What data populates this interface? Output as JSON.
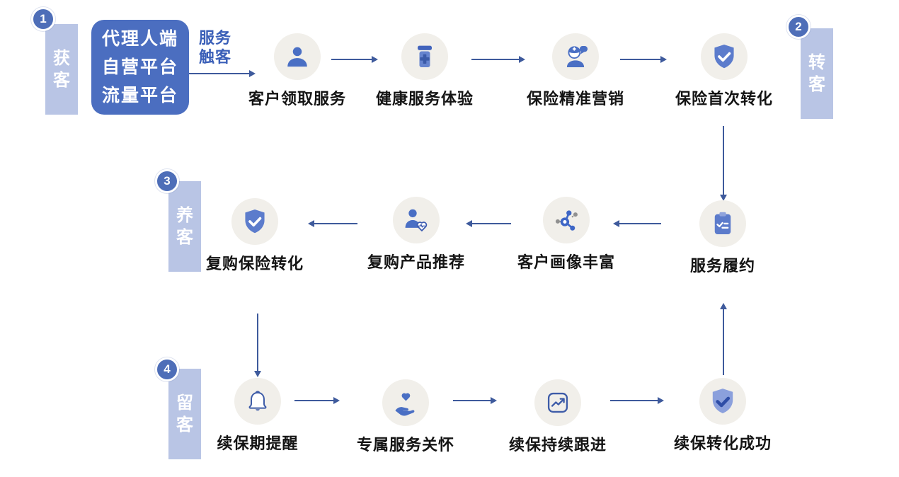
{
  "stages": [
    {
      "number": "1",
      "label": "获客"
    },
    {
      "number": "2",
      "label": "转客"
    },
    {
      "number": "3",
      "label": "养客"
    },
    {
      "number": "4",
      "label": "留客"
    }
  ],
  "source_box": {
    "lines": [
      "代理人端",
      "自营平台",
      "流量平台"
    ]
  },
  "touch": {
    "line1": "服务",
    "line2": "触客"
  },
  "rows": [
    {
      "name": "acquire-to-convert",
      "direction": "right",
      "nodes": [
        {
          "label": "客户领取服务",
          "icon": "user-icon"
        },
        {
          "label": "健康服务体验",
          "icon": "medicine-bottle-icon"
        },
        {
          "label": "保险精准营销",
          "icon": "doctor-chat-icon"
        },
        {
          "label": "保险首次转化",
          "icon": "shield-check-icon"
        }
      ]
    },
    {
      "name": "nurture",
      "direction": "left",
      "nodes": [
        {
          "label": "复购保险转化",
          "icon": "shield-check-icon"
        },
        {
          "label": "复购产品推荐",
          "icon": "person-heart-icon"
        },
        {
          "label": "客户画像丰富",
          "icon": "network-icon"
        },
        {
          "label": "服务履约",
          "icon": "clipboard-icon"
        }
      ]
    },
    {
      "name": "retain",
      "direction": "right",
      "nodes": [
        {
          "label": "续保期提醒",
          "icon": "bell-icon"
        },
        {
          "label": "专属服务关怀",
          "icon": "hand-heart-icon"
        },
        {
          "label": "续保持续跟进",
          "icon": "chart-up-icon"
        },
        {
          "label": "续保转化成功",
          "icon": "shield-check-success-icon"
        }
      ]
    }
  ],
  "colors": {
    "primary_blue": "#4A6FC4",
    "arrow_blue": "#3E5A9C",
    "badge_blue": "#4E6EB8",
    "stage_bar_blue": "#B9C5E5",
    "source_box_blue": "#4B6EC0",
    "icon_circle_bg": "#F1EFEA",
    "caption_blue": "#3A5FB8",
    "label_text": "#141414",
    "gray_dot": "#909090"
  }
}
